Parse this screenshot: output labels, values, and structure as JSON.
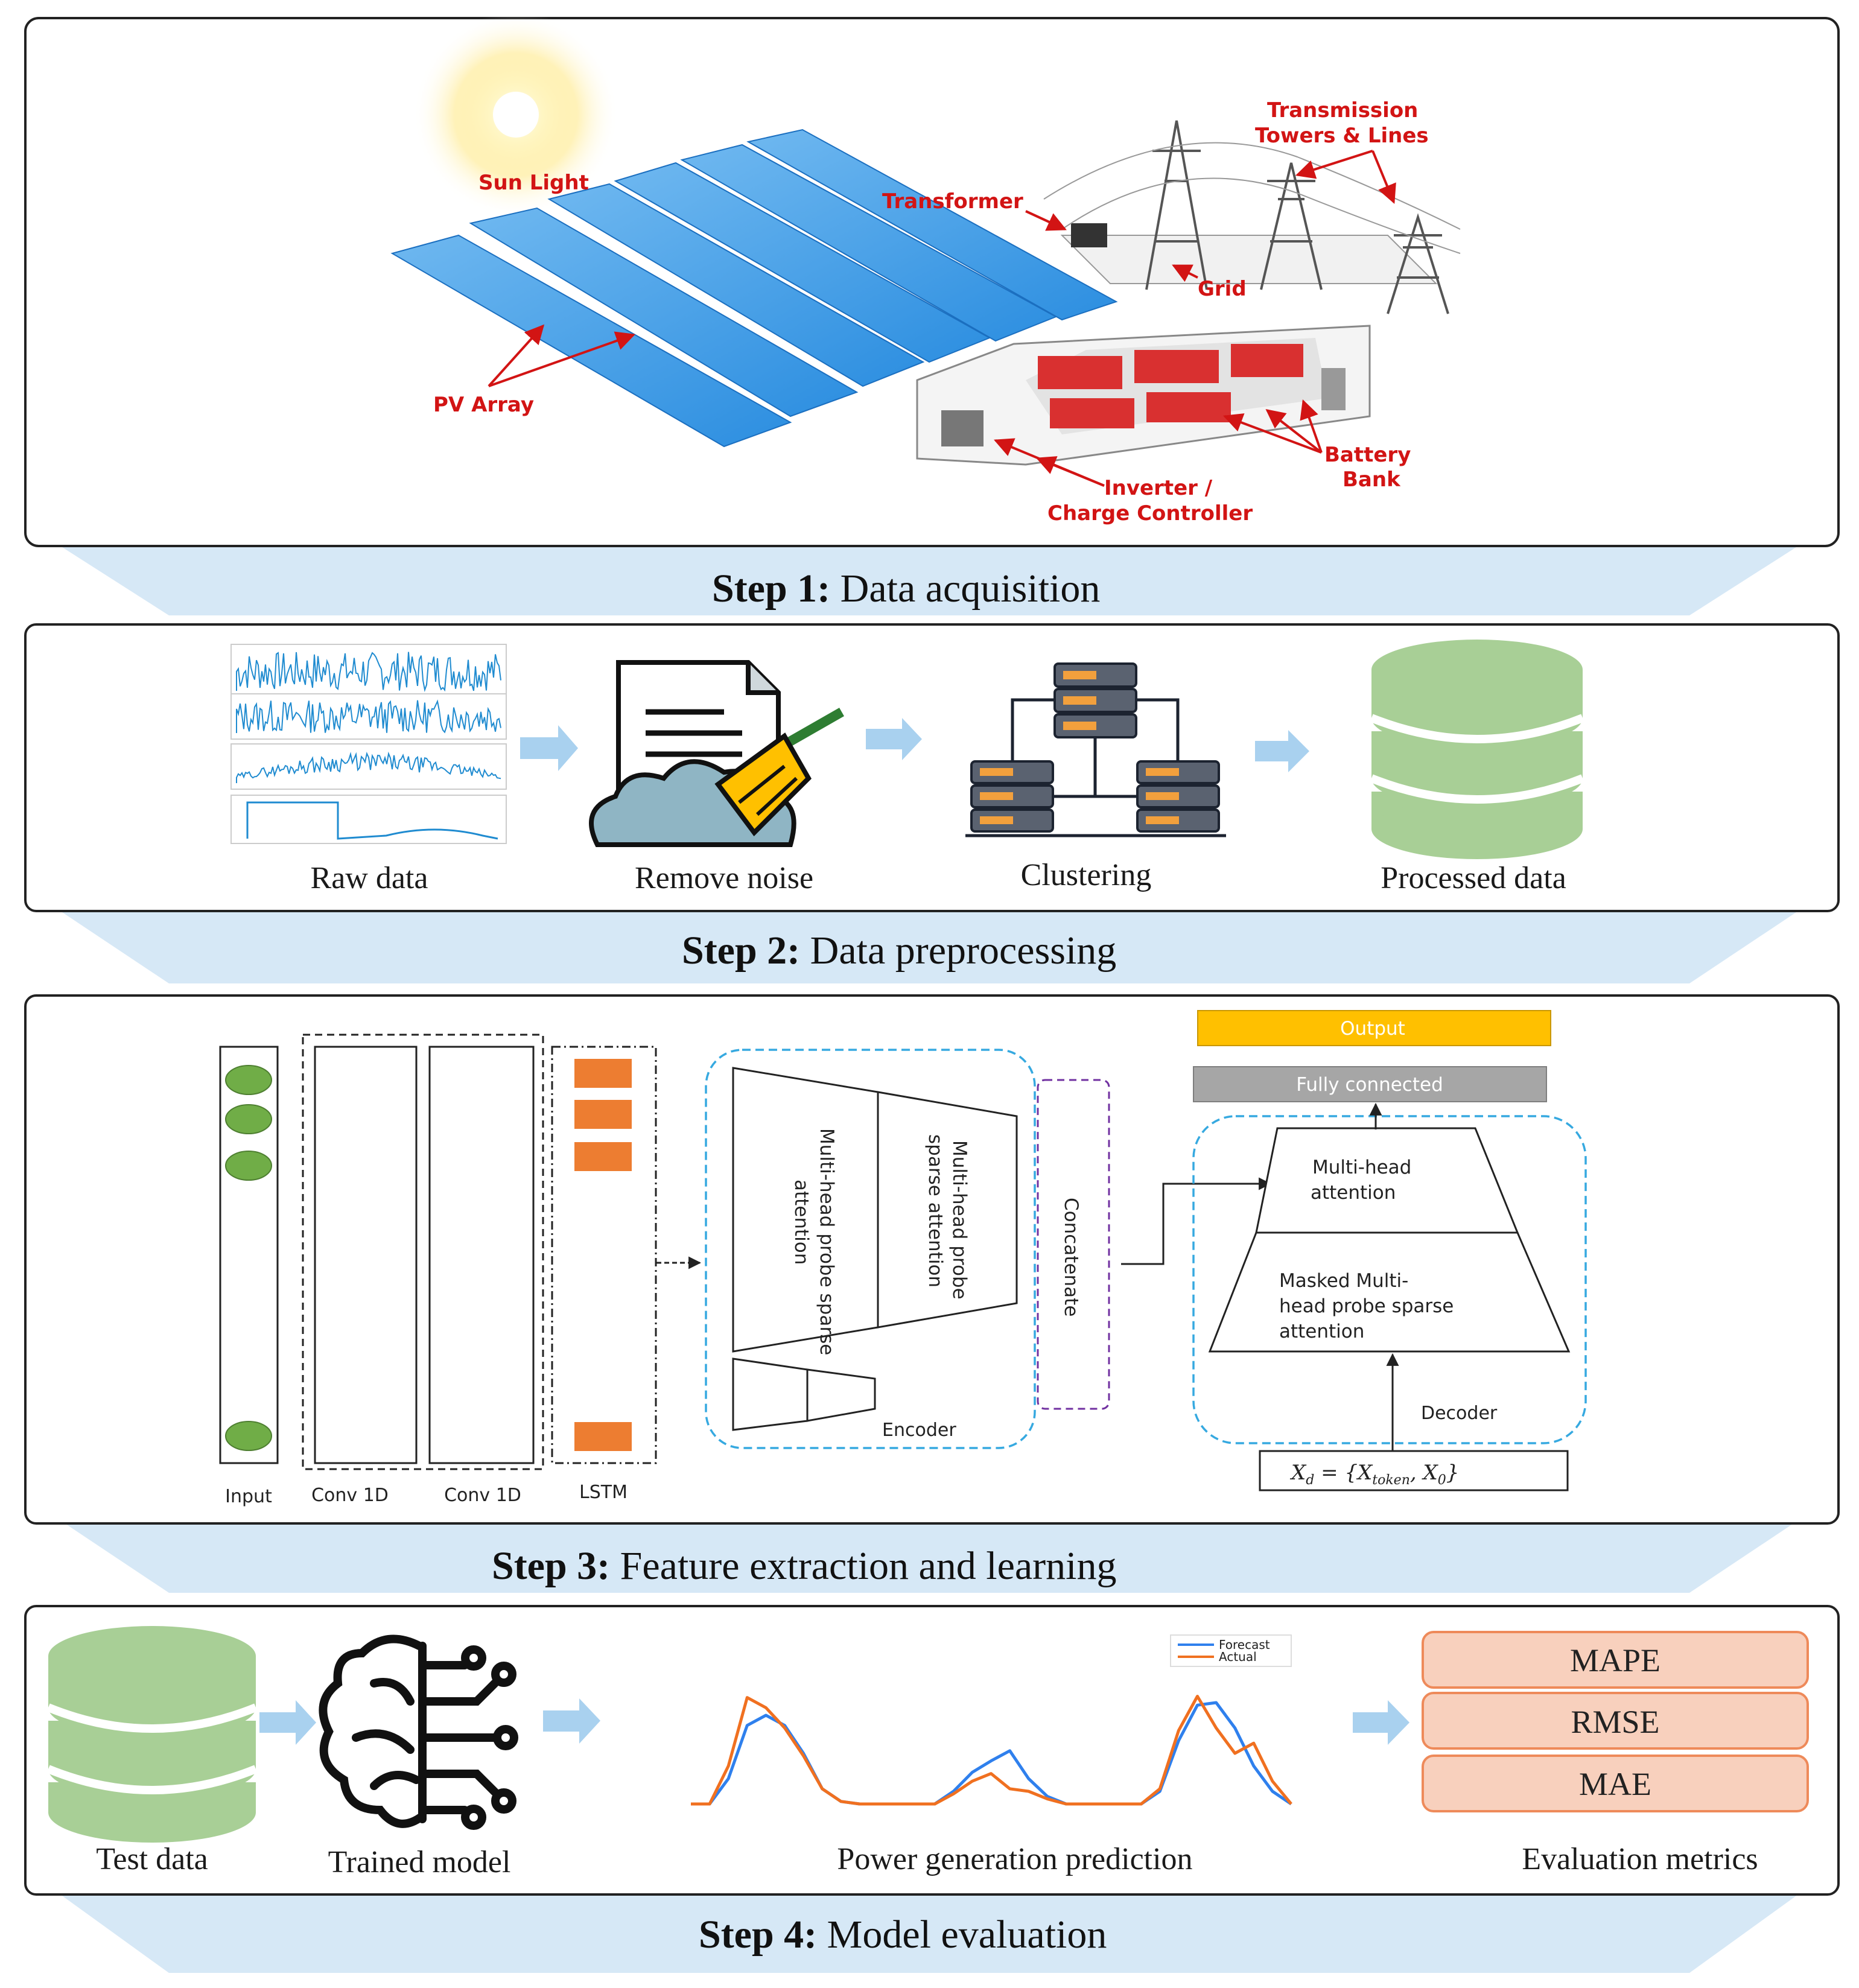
{
  "step1": {
    "heading_bold": "Step 1:",
    "heading_text": " Data acquisition",
    "labels": {
      "sun_light": "Sun Light",
      "transmission_1": "Transmission",
      "transmission_2": "Towers & Lines",
      "transformer": "Transformer",
      "grid": "Grid",
      "pv_array": "PV Array",
      "battery_1": "Battery",
      "battery_2": "Bank",
      "inverter_1": "Inverter /",
      "inverter_2": "Charge Controller"
    }
  },
  "step2": {
    "heading_bold": "Step 2:",
    "heading_text": " Data preprocessing",
    "stages": [
      "Raw data",
      "Remove noise",
      "Clustering",
      "Processed data"
    ]
  },
  "step3": {
    "heading_bold": "Step 3:",
    "heading_text": "  Feature extraction and learning",
    "input": "Input",
    "conv1": "Conv 1D",
    "conv2": "Conv 1D",
    "lstm": "LSTM",
    "enc_attn_1a": "Multi-head probe sparse",
    "enc_attn_1b": "attention",
    "enc_attn_2a": "Multi-head probe",
    "enc_attn_2b": "sparse attention",
    "encoder": "Encoder",
    "concatenate": "Concatenate",
    "output": "Output",
    "fully_connected": "Fully connected",
    "dec_mha_1": "Multi-head",
    "dec_mha_2": "attention",
    "dec_masked_1": "Masked Multi-",
    "dec_masked_2": "head probe sparse",
    "dec_masked_3": "attention",
    "decoder": "Decoder",
    "xd_formula": "X_d = {X_token, X_0}"
  },
  "step4": {
    "heading_bold": "Step 4:",
    "heading_text": " Model evaluation",
    "test_data": "Test data",
    "trained_model": "Trained model",
    "prediction": "Power generation prediction",
    "metrics_title": "Evaluation metrics",
    "metrics": [
      "MAPE",
      "RMSE",
      "MAE"
    ],
    "legend": [
      "Forecast",
      "Actual"
    ]
  },
  "colors": {
    "band": "#d6e8f6",
    "label_red": "#d21414",
    "db_green": "#a8cf96",
    "orange_block": "#ed7d31",
    "green_node": "#70ad47",
    "output_yellow": "#ffc000",
    "fc_gray": "#a6a6a6",
    "metric_fill": "#f8d0bd",
    "metric_stroke": "#ee8a5a",
    "forecast_line": "#2f80ed",
    "actual_line": "#f07020",
    "arrow_blue": "#a9d1ef",
    "dashed_blue": "#36a9e0",
    "dashed_purple": "#7030a0"
  },
  "chart_data": {
    "type": "line",
    "title": "",
    "xlabel": "",
    "ylabel": "",
    "series": [
      {
        "name": "Forecast",
        "values": [
          0,
          0,
          0.2,
          0.62,
          0.7,
          0.62,
          0.4,
          0.12,
          0.02,
          0,
          0,
          0,
          0,
          0,
          0.1,
          0.25,
          0.34,
          0.42,
          0.2,
          0.06,
          0,
          0,
          0,
          0,
          0,
          0.1,
          0.5,
          0.78,
          0.8,
          0.6,
          0.3,
          0.1,
          0
        ]
      },
      {
        "name": "Actual",
        "values": [
          0,
          0,
          0.3,
          0.84,
          0.76,
          0.6,
          0.38,
          0.12,
          0.02,
          0,
          0,
          0,
          0,
          0,
          0.08,
          0.18,
          0.24,
          0.12,
          0.1,
          0.04,
          0,
          0,
          0,
          0,
          0,
          0.12,
          0.58,
          0.85,
          0.6,
          0.4,
          0.48,
          0.18,
          0
        ]
      }
    ]
  }
}
